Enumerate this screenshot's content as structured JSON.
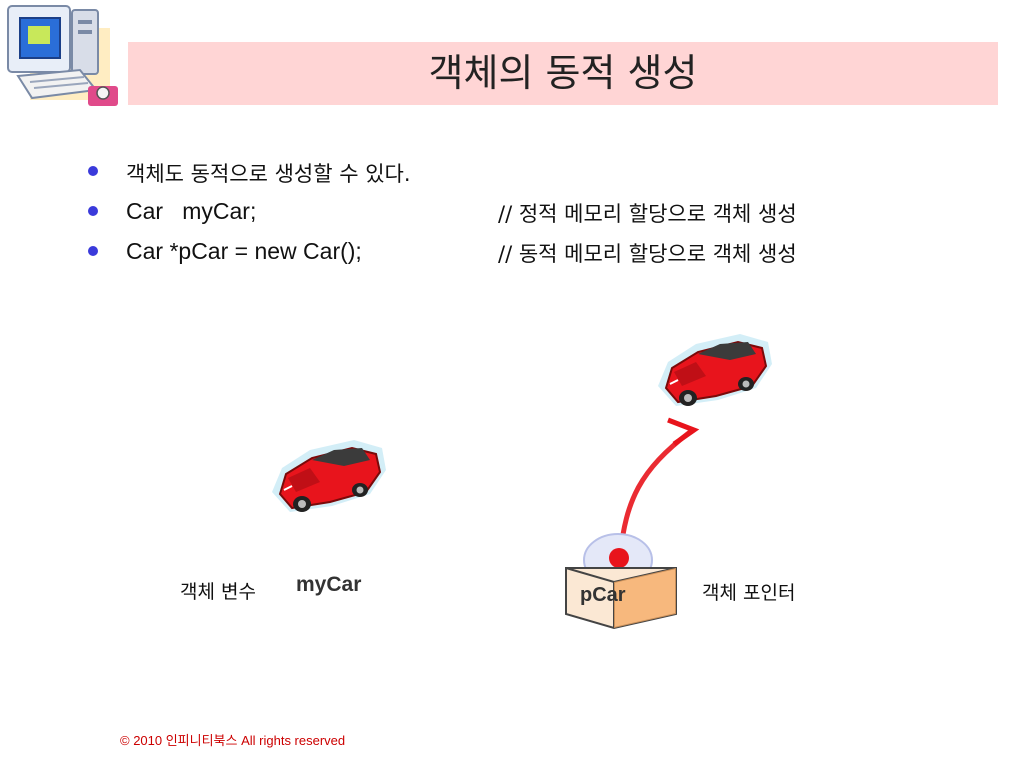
{
  "title": "객체의 동적 생성",
  "bullets": [
    {
      "text": "객체도 동적으로 생성할 수 있다."
    },
    {
      "code": "Car   myCar;",
      "comment": "// 정적 메모리 할당으로 객체 생성"
    },
    {
      "code": "Car *pCar = new Car();",
      "comment": "// 동적 메모리 할당으로 객체 생성"
    }
  ],
  "figure": {
    "left_label": "객체 변수",
    "left_var": "myCar",
    "right_box": "pCar",
    "right_label": "객체 포인터"
  },
  "footer": "© 2010 인피니티북스  All rights reserved",
  "colors": {
    "title_bg": "#ffd5d5",
    "bullet": "#3a3adb",
    "footer": "#cc0000",
    "car": "#e8141c"
  }
}
